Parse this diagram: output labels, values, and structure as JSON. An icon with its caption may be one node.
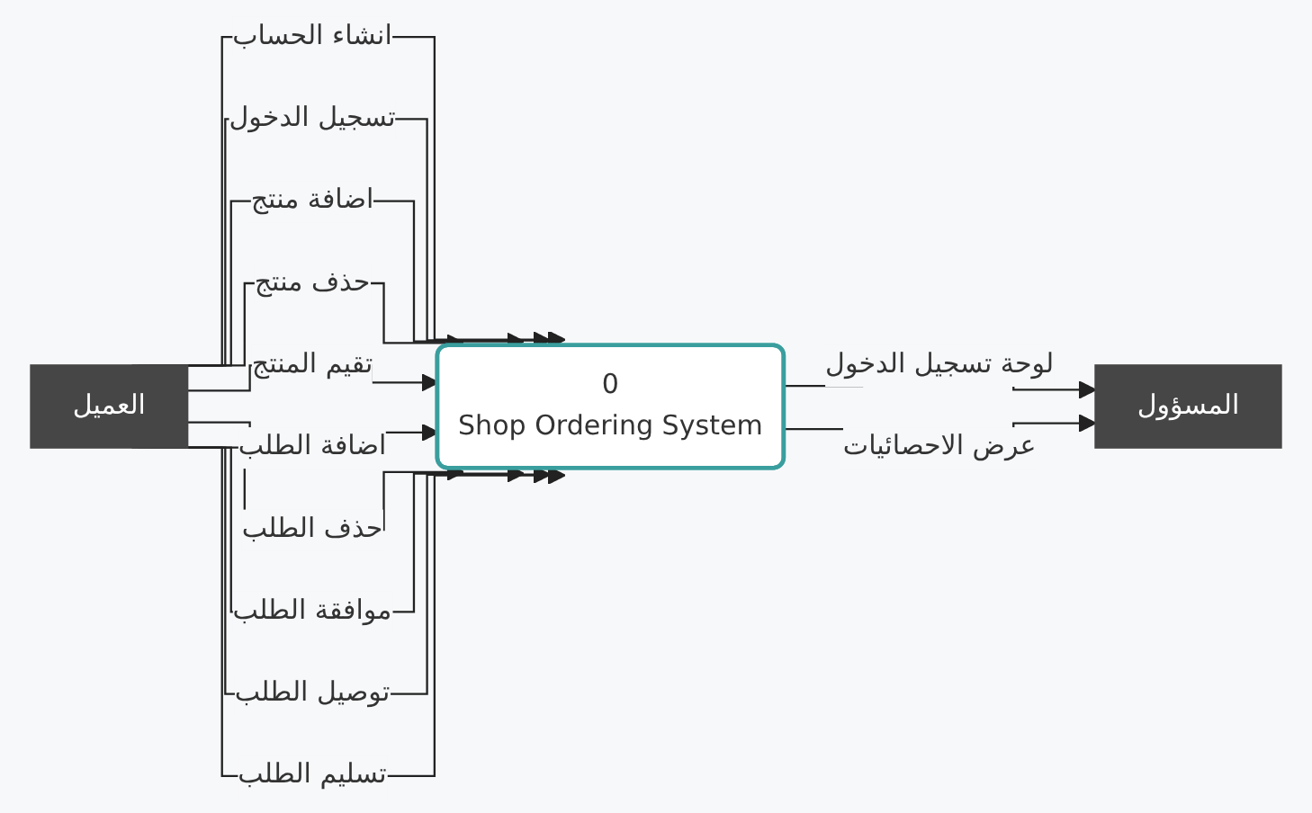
{
  "diagram": {
    "nodes": [
      {
        "text": [
          "العميل"
        ]
      },
      {
        "text": [
          "0",
          "Shop Ordering System"
        ]
      },
      {
        "text": [
          "المسؤول"
        ]
      }
    ],
    "edges": [
      {
        "from": 0,
        "to": 1,
        "arrow": "to",
        "label": "انشاء الحساب"
      },
      {
        "from": 0,
        "to": 1,
        "arrow": "to",
        "label": "تسجيل الدخول"
      },
      {
        "from": 0,
        "to": 1,
        "arrow": "to",
        "label": "اضافة منتج"
      },
      {
        "from": 0,
        "to": 1,
        "arrow": "to",
        "label": "حذف منتج"
      },
      {
        "from": 0,
        "to": 1,
        "arrow": "to",
        "label": "تقيم المنتج"
      },
      {
        "from": 0,
        "to": 1,
        "arrow": "to",
        "label": "اضافة الطلب"
      },
      {
        "from": 0,
        "to": 1,
        "arrow": "to",
        "label": "حذف الطلب"
      },
      {
        "from": 0,
        "to": 1,
        "arrow": "to",
        "label": "موافقة الطلب"
      },
      {
        "from": 0,
        "to": 1,
        "arrow": "to",
        "label": "توصيل الطلب"
      },
      {
        "from": 0,
        "to": 1,
        "arrow": "to",
        "label": "تسليم الطلب"
      },
      {
        "from": 1,
        "to": 2,
        "arrow": "to",
        "label": "لوحة تسجيل الدخول"
      },
      {
        "from": 1,
        "to": 2,
        "arrow": "to",
        "label": "عرض الاحصائيات"
      }
    ]
  }
}
